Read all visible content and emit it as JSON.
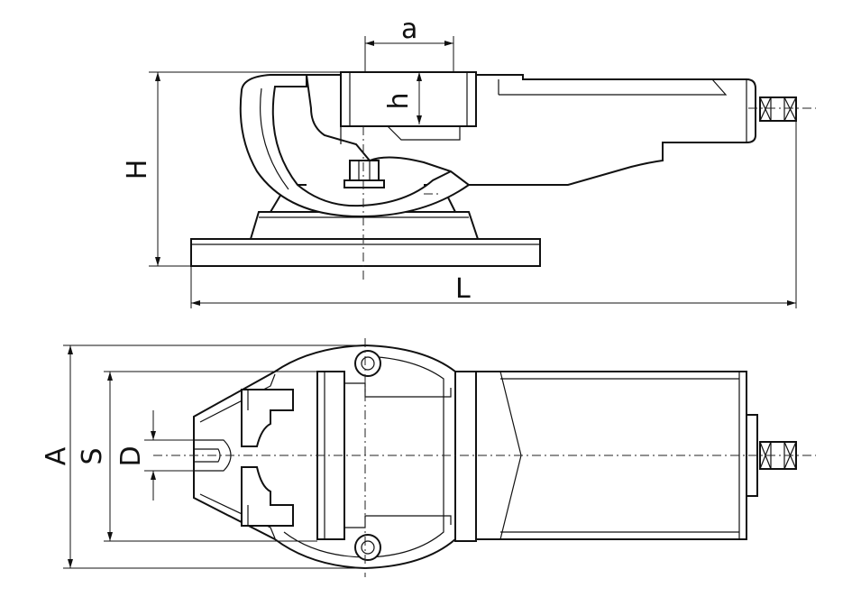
{
  "labels": {
    "a": "a",
    "h": "h",
    "H": "H",
    "L": "L",
    "A": "A",
    "S": "S",
    "D": "D"
  },
  "colors": {
    "line": "#111111",
    "background": "#ffffff"
  }
}
